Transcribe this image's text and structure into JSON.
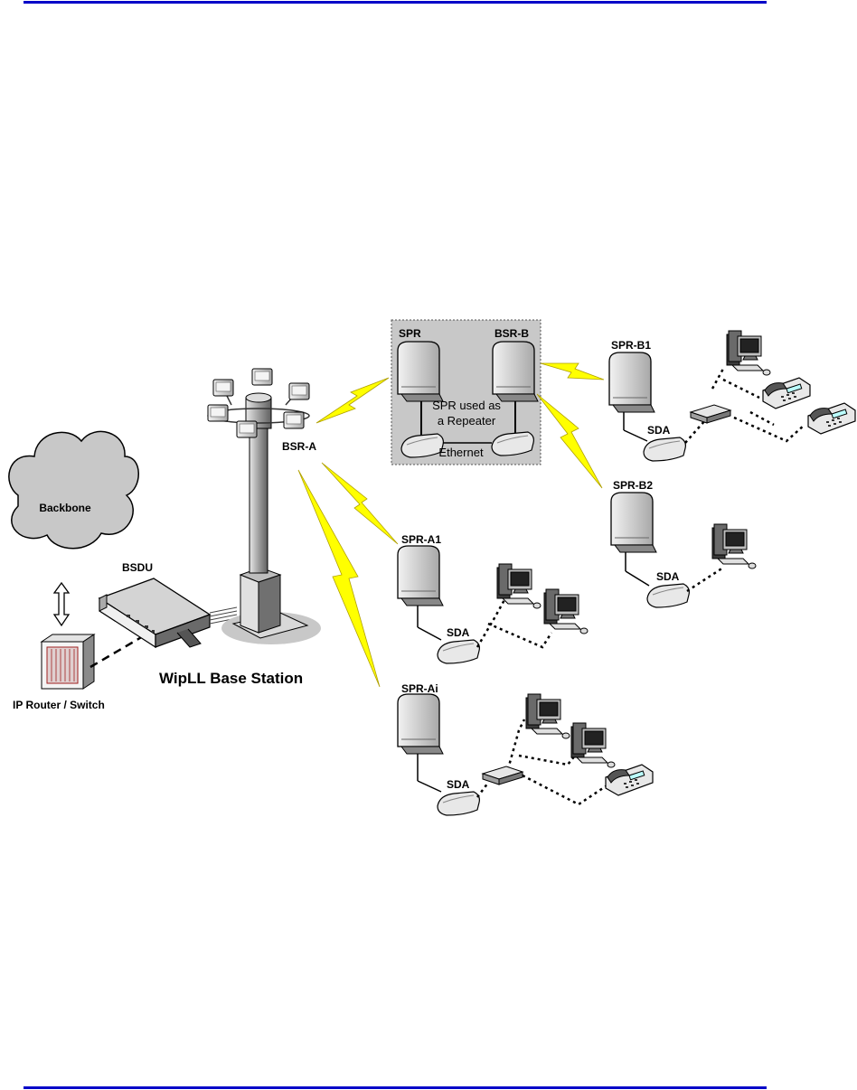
{
  "labels": {
    "backbone": "Backbone",
    "bsdu": "BSDU",
    "router": "IP Router / Switch",
    "base_station": "WipLL Base Station",
    "bsr_a": "BSR-A",
    "spr": "SPR",
    "bsr_b": "BSR-B",
    "repeater_line1": "SPR used as",
    "repeater_line2": "a Repeater",
    "ethernet": "Ethernet",
    "spr_b1": "SPR-B1",
    "spr_b2": "SPR-B2",
    "spr_a1": "SPR-A1",
    "spr_ai": "SPR-Ai",
    "sda_b1": "SDA",
    "sda_b2": "SDA",
    "sda_a1": "SDA",
    "sda_ai": "SDA"
  },
  "colors": {
    "rule": "#0000c8",
    "lightning": "#ffff00",
    "repeater_box": "#c8c8c8",
    "cloud": "#c8c8c8"
  }
}
